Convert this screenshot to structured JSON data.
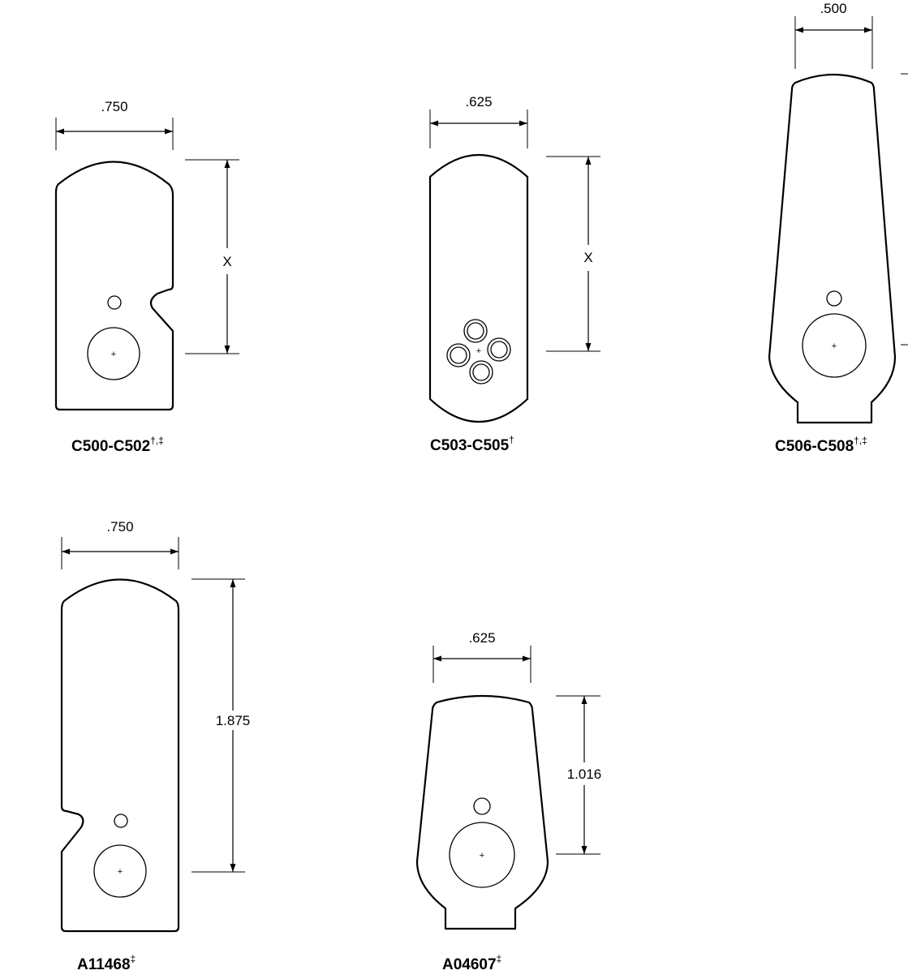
{
  "parts": [
    {
      "id": "c500",
      "label": "C500-C502",
      "marks": "†,‡",
      "width_dim": ".750",
      "height_dim": "X"
    },
    {
      "id": "c503",
      "label": "C503-C505",
      "marks": "†",
      "width_dim": ".625",
      "height_dim": "X"
    },
    {
      "id": "c506",
      "label": "C506-C508",
      "marks": "†,‡",
      "width_dim": ".500",
      "height_dim": ""
    },
    {
      "id": "a11468",
      "label": "A11468",
      "marks": "‡",
      "width_dim": ".750",
      "height_dim": "1.875"
    },
    {
      "id": "a04607",
      "label": "A04607",
      "marks": "‡",
      "width_dim": ".625",
      "height_dim": "1.016"
    }
  ],
  "center_mark": "+"
}
